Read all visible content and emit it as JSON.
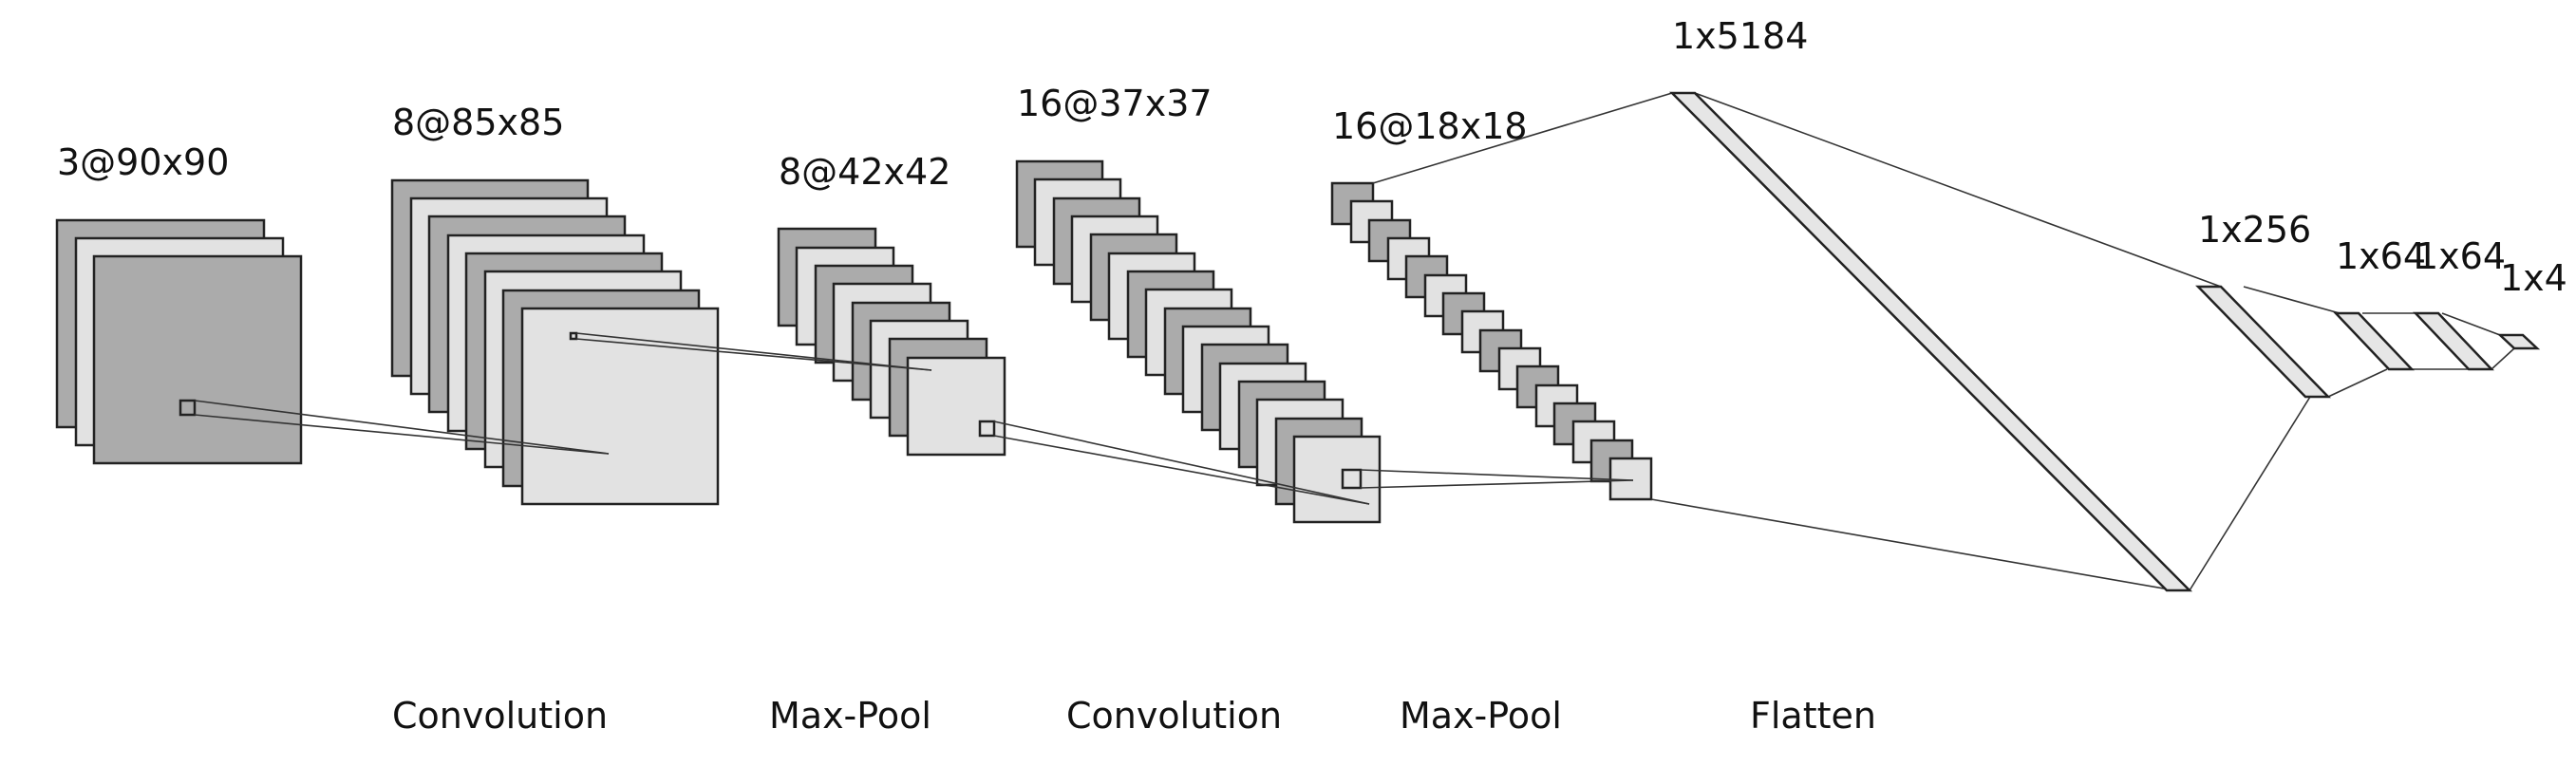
{
  "diagram": {
    "layer_labels": {
      "input": "3@90x90",
      "conv1": "8@85x85",
      "pool1": "8@42x42",
      "conv2": "16@37x37",
      "pool2": "16@18x18",
      "flatten": "1x5184",
      "fc1": "1x256",
      "fc2": "1x64",
      "fc3": "1x64",
      "out": "1x4"
    },
    "operation_labels": {
      "op1": "Convolution",
      "op2": "Max-Pool",
      "op3": "Convolution",
      "op4": "Max-Pool",
      "op5": "Flatten"
    },
    "colors": {
      "dark_map": "#ababab",
      "light_map": "#e2e2e2",
      "stroke": "#222222"
    }
  }
}
